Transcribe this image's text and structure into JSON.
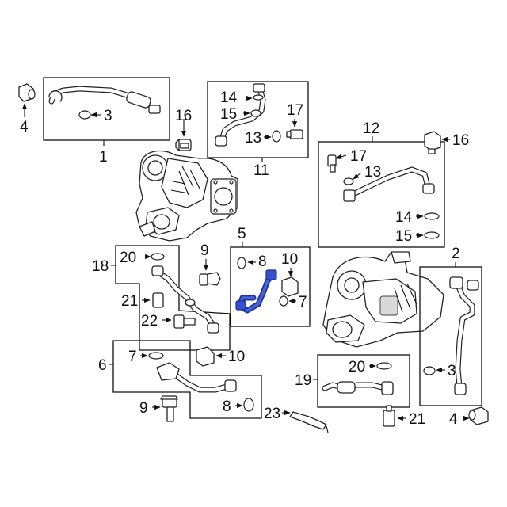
{
  "diagram": {
    "highlight_color": "#2b45c4",
    "callouts": {
      "c1": "1",
      "c2": "2",
      "c3a": "3",
      "c3b": "3",
      "c4a": "4",
      "c4b": "4",
      "c5": "5",
      "c6": "6",
      "c7a": "7",
      "c7b": "7",
      "c8a": "8",
      "c8b": "8",
      "c9a": "9",
      "c9b": "9",
      "c10a": "10",
      "c10b": "10",
      "c11": "11",
      "c12": "12",
      "c13a": "13",
      "c13b": "13",
      "c14a": "14",
      "c14b": "14",
      "c15a": "15",
      "c15b": "15",
      "c16a": "16",
      "c16b": "16",
      "c17a": "17",
      "c17b": "17",
      "c18": "18",
      "c19": "19",
      "c20a": "20",
      "c20b": "20",
      "c21a": "21",
      "c21b": "21",
      "c22": "22",
      "c23": "23"
    }
  }
}
